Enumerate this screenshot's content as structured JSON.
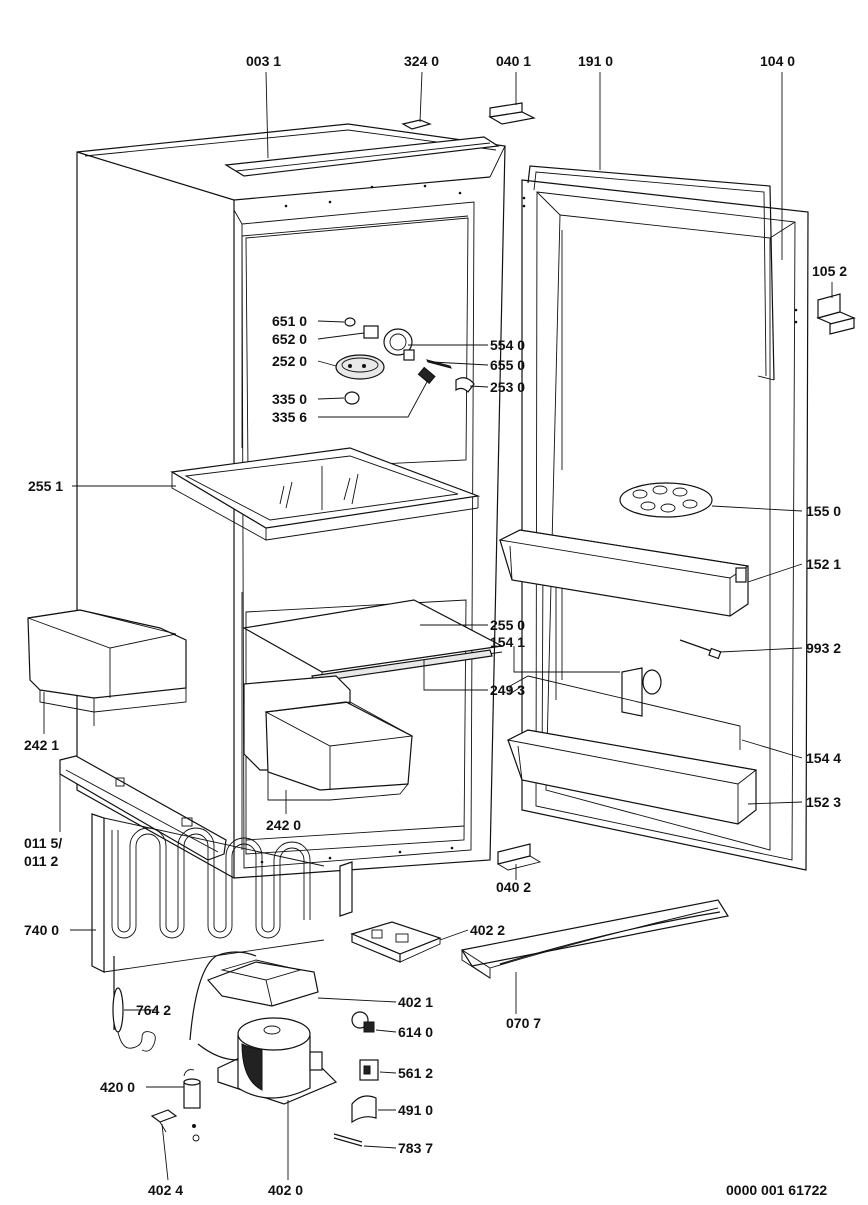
{
  "labels": {
    "l0031": "003 1",
    "l3240": "324 0",
    "l0401": "040 1",
    "l1910": "191 0",
    "l1040": "104 0",
    "l1052": "105 2",
    "l6510": "651 0",
    "l6520": "652 0",
    "l5540": "554 0",
    "l2520": "252 0",
    "l6550": "655 0",
    "l2530": "253 0",
    "l3350": "335 0",
    "l3356": "335 6",
    "l2551": "255 1",
    "l1550": "155 0",
    "l1521": "152 1",
    "l2550": "255 0",
    "l1541": "154 1",
    "l9932": "993 2",
    "l2493": "249 3",
    "l2421": "242 1",
    "l1544": "154 4",
    "l1523": "152 3",
    "l2420": "242 0",
    "l0115": "011 5/",
    "l0112": "011 2",
    "l0402": "040 2",
    "l7400": "740 0",
    "l4022": "402 2",
    "l4021": "402 1",
    "l7642": "764 2",
    "l0707": "070 7",
    "l6140": "614 0",
    "l5612": "561 2",
    "l4200": "420 0",
    "l4910": "491 0",
    "l7837": "783 7",
    "l4024": "402 4",
    "l4020": "402 0",
    "ref": "0000 001 61722"
  }
}
